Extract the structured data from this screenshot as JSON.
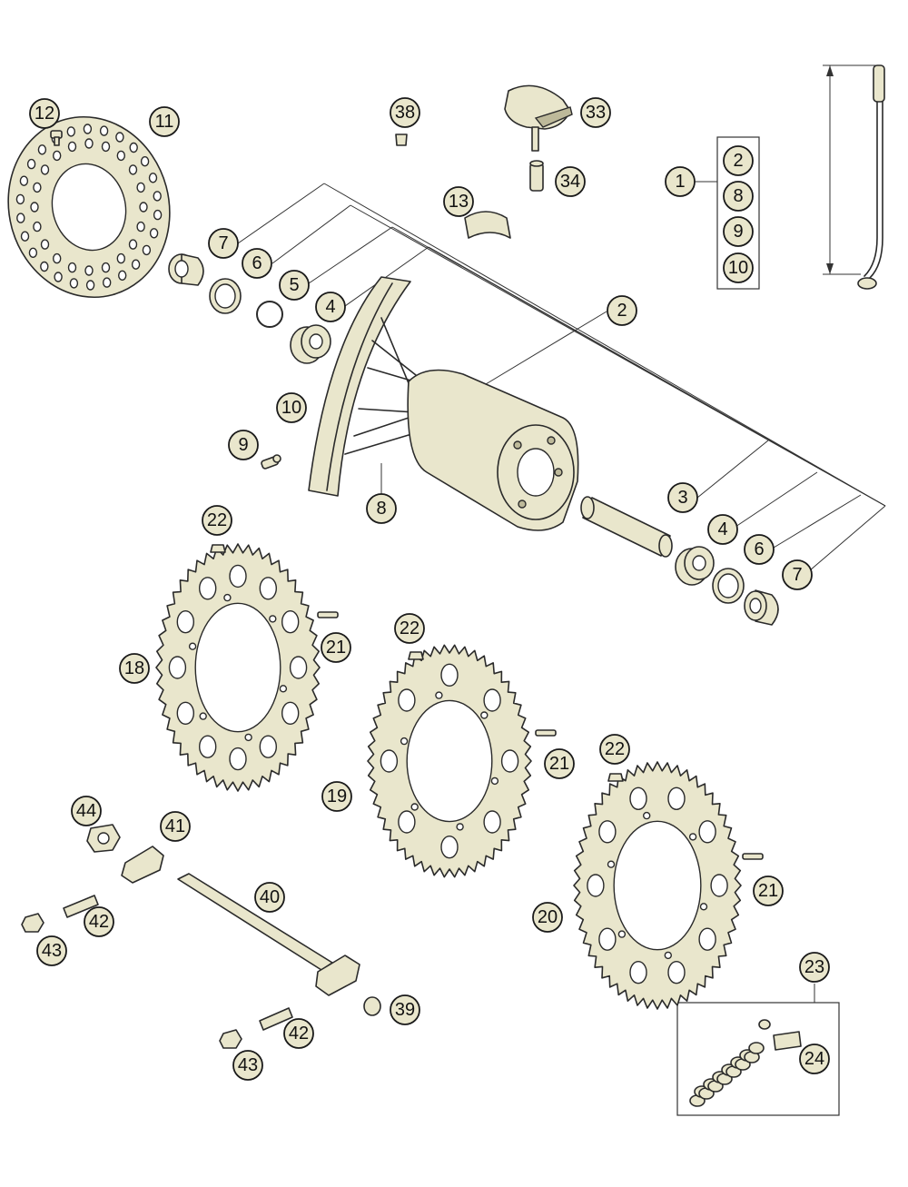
{
  "callouts": {
    "c12": "12",
    "c11": "11",
    "c38": "38",
    "c33": "33",
    "c34": "34",
    "c13": "13",
    "c1": "1",
    "k2": "2",
    "k8": "8",
    "k9": "9",
    "k10": "10",
    "c7a": "7",
    "c6a": "6",
    "c5": "5",
    "c4a": "4",
    "c2": "2",
    "c10": "10",
    "c9": "9",
    "c8": "8",
    "c3": "3",
    "c4b": "4",
    "c6b": "6",
    "c7b": "7",
    "c22a": "22",
    "c21a": "21",
    "c18": "18",
    "c22b": "22",
    "c21b": "21",
    "c19": "19",
    "c22c": "22",
    "c21c": "21",
    "c20": "20",
    "c44": "44",
    "c41": "41",
    "c40": "40",
    "c42a": "42",
    "c43a": "43",
    "c39": "39",
    "c42b": "42",
    "c43b": "43",
    "c23": "23",
    "c24": "24"
  },
  "colors": {
    "part_fill": "#e9e6cc",
    "outline": "#2a2a2a"
  }
}
